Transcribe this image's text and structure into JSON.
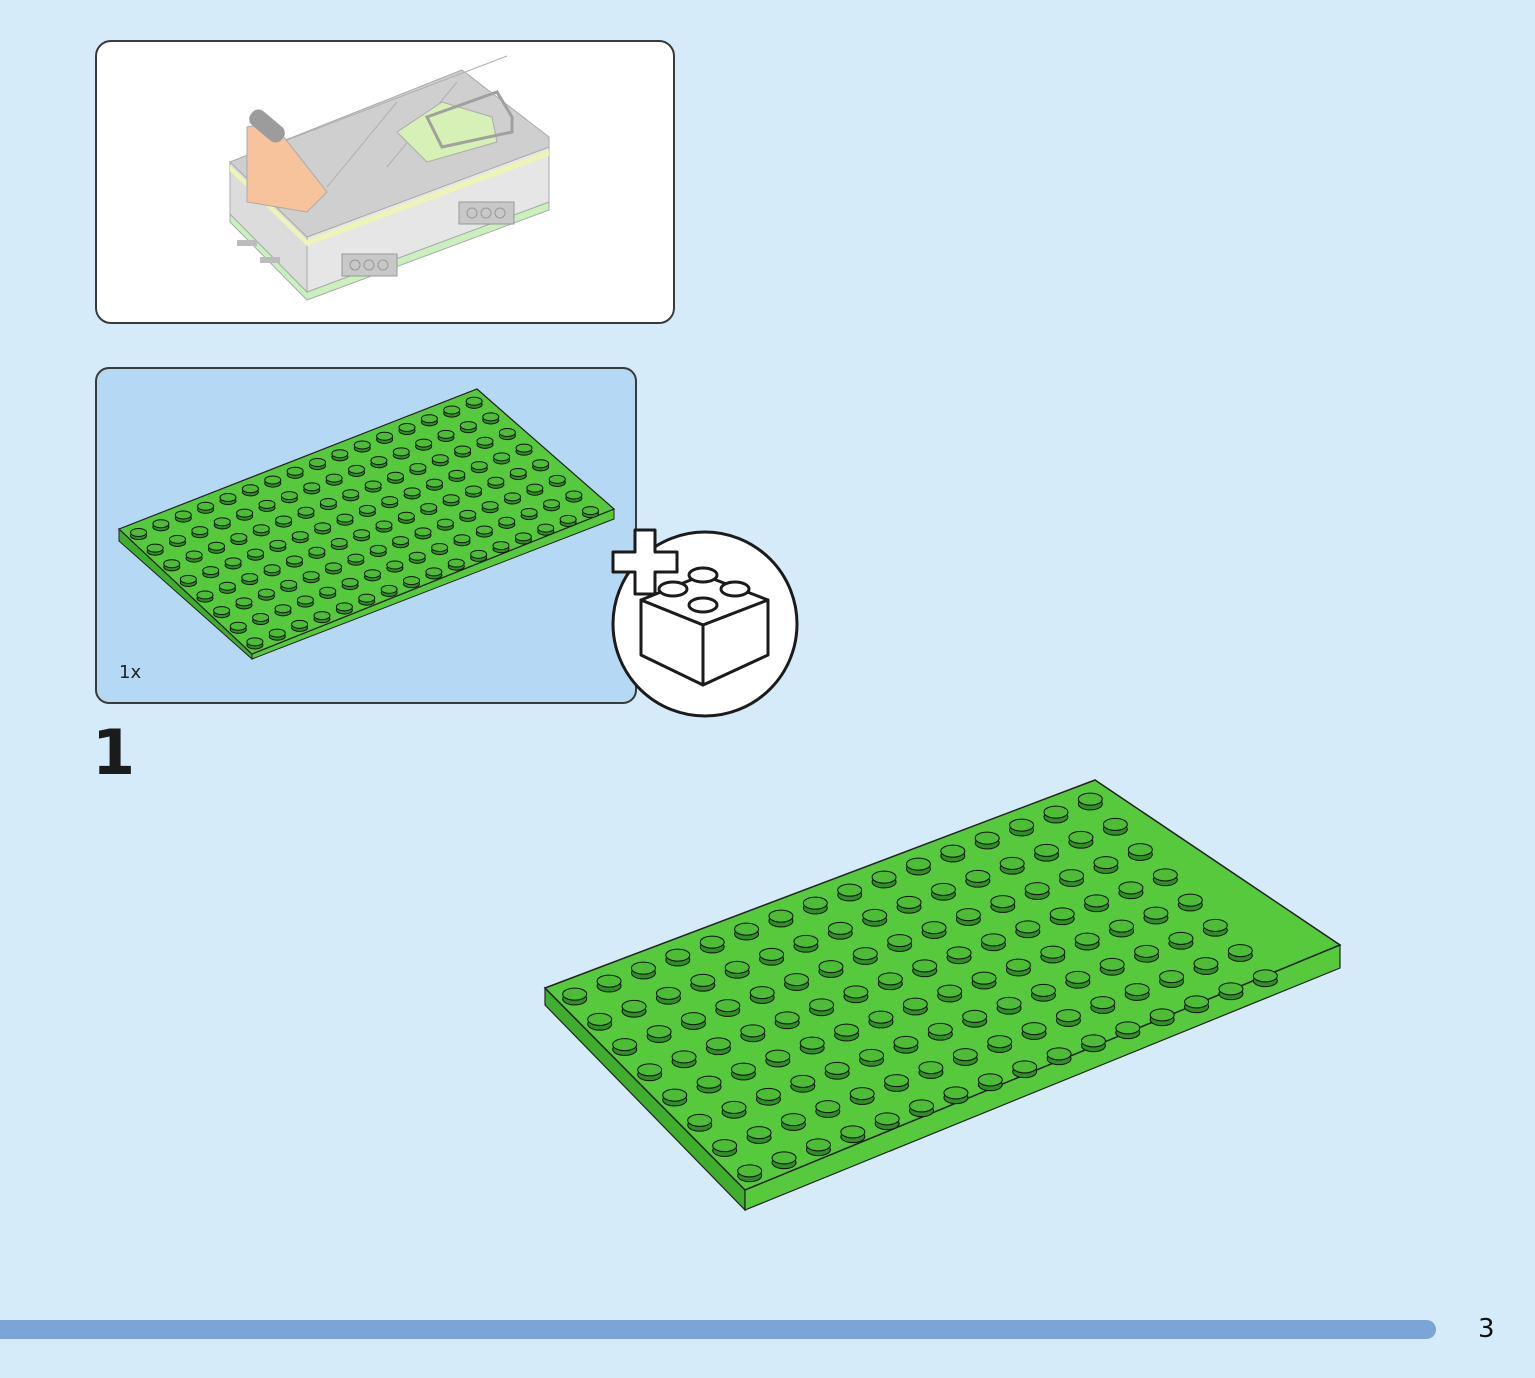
{
  "step": {
    "number": "1"
  },
  "parts": {
    "quantity": "1x"
  },
  "page": {
    "number": "3"
  },
  "icons": {
    "preview": "finished-model-preview",
    "add": "plus-icon",
    "brick": "brick-icon",
    "plate": "green-baseplate"
  },
  "colors": {
    "background": "#d5ebfa",
    "parts_panel": "#b5d8f4",
    "plate_green": "#57c93c",
    "stud_green": "#3fae2c",
    "progress_bar": "#7ba4d7"
  }
}
